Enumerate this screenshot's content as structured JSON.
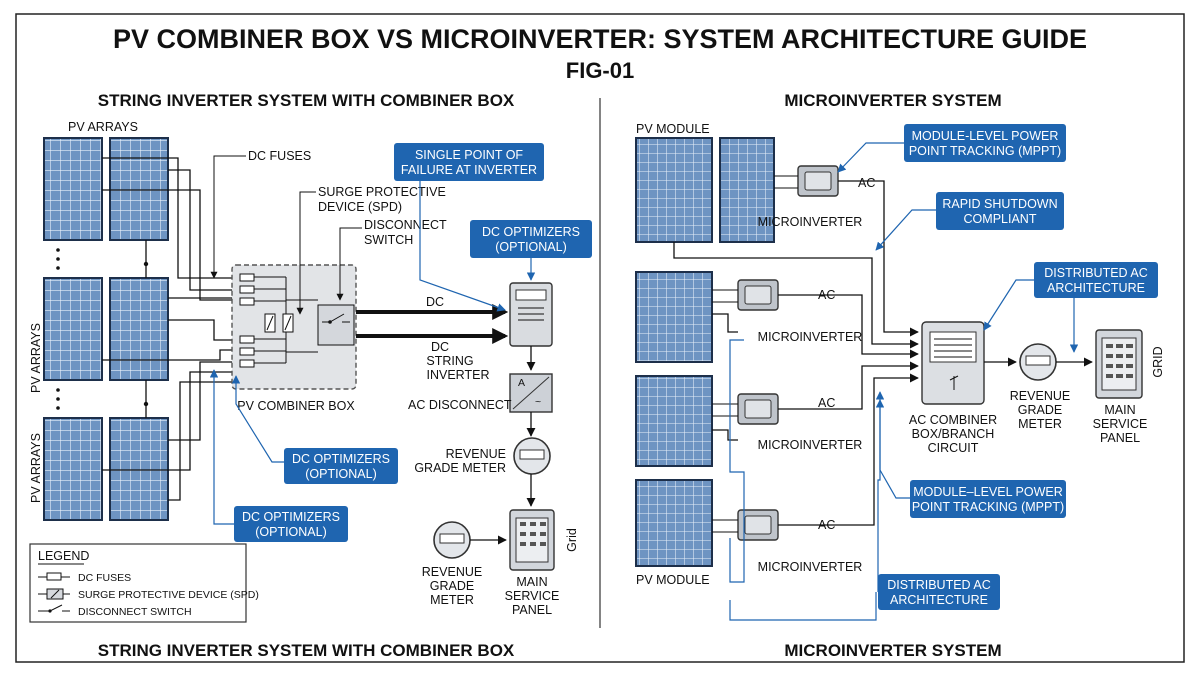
{
  "title": "PV COMBINER BOX VS MICROINVERTER: SYSTEM ARCHITECTURE GUIDE",
  "figure_id": "FIG-01",
  "left": {
    "top_heading": "STRING INVERTER SYSTEM WITH COMBINER BOX",
    "bottom_heading": "STRING INVERTER SYSTEM WITH COMBINER BOX",
    "pv_arrays_label": "PV ARRAYS",
    "pv_arrays_side_label": "PV ARRAYS",
    "dc_fuses_label": "DC FUSES",
    "spd_label_line1": "SURGE PROTECTIVE",
    "spd_label_line2": "DEVICE (SPD)",
    "disconnect_label_line1": "DISCONNECT",
    "disconnect_label_line2": "SWITCH",
    "combiner_box_label": "PV COMBINER BOX",
    "dc_label": "DC",
    "string_inverter_line1": "DC",
    "string_inverter_line2": "STRING",
    "string_inverter_line3": "INVERTER",
    "ac_disconnect_label": "AC DISCONNECT",
    "meter_label_line1": "REVENUE",
    "meter_label_line2": "GRADE METER",
    "meter2_line1": "REVENUE",
    "meter2_line2": "GRADE",
    "meter2_line3": "METER",
    "panel_line1": "MAIN",
    "panel_line2": "SERVICE",
    "panel_line3": "PANEL",
    "grid_label": "Grid",
    "callouts": {
      "single_point_line1": "SINGLE POINT OF",
      "single_point_line2": "FAILURE AT INVERTER",
      "dc_opt_a_line1": "DC OPTIMIZERS",
      "dc_opt_a_line2": "(OPTIONAL)",
      "dc_opt_b_line1": "DC OPTIMIZERS",
      "dc_opt_b_line2": "(OPTIONAL)",
      "dc_opt_c_line1": "DC OPTIMIZERS",
      "dc_opt_c_line2": "(OPTIONAL)"
    },
    "legend": {
      "title": "LEGEND",
      "items": [
        "DC FUSES",
        "SURGE PROTECTIVE DEVICE (SPD)",
        "DISCONNECT SWITCH"
      ]
    }
  },
  "right": {
    "top_heading": "MICROINVERTER SYSTEM",
    "bottom_heading": "MICROINVERTER SYSTEM",
    "pv_module_top": "PV MODULE",
    "pv_module_bottom": "PV MODULE",
    "microinverter_labels": [
      "MICROINVERTER",
      "MICROINVERTER",
      "MICROINVERTER",
      "MICROINVERTER"
    ],
    "ac_labels": [
      "AC",
      "AC",
      "AC",
      "AC"
    ],
    "ac_combiner_line1": "AC COMBINER",
    "ac_combiner_line2": "BOX/BRANCH",
    "ac_combiner_line3": "CIRCUIT",
    "meter_line1": "REVENUE",
    "meter_line2": "GRADE",
    "meter_line3": "METER",
    "panel_line1": "MAIN",
    "panel_line2": "SERVICE",
    "panel_line3": "PANEL",
    "grid_label": "GRID",
    "callouts": {
      "mppt_a_line1": "MODULE-LEVEL POWER",
      "mppt_a_line2": "POINT TRACKING (MPPT)",
      "rapid_line1": "RAPID SHUTDOWN",
      "rapid_line2": "COMPLIANT",
      "dist_a_line1": "DISTRIBUTED AC",
      "dist_a_line2": "ARCHITECTURE",
      "mppt_b_line1": "MODULE–LEVEL POWER",
      "mppt_b_line2": "POINT TRACKING (MPPT)",
      "dist_b_line1": "DISTRIBUTED AC",
      "dist_b_line2": "ARCHITECTURE"
    }
  },
  "colors": {
    "callout_blue": "#1f65b0",
    "panel_blue": "#6e94c2",
    "panel_frame": "#1d2f4a",
    "combiner_gray": "#e2e4e7"
  }
}
